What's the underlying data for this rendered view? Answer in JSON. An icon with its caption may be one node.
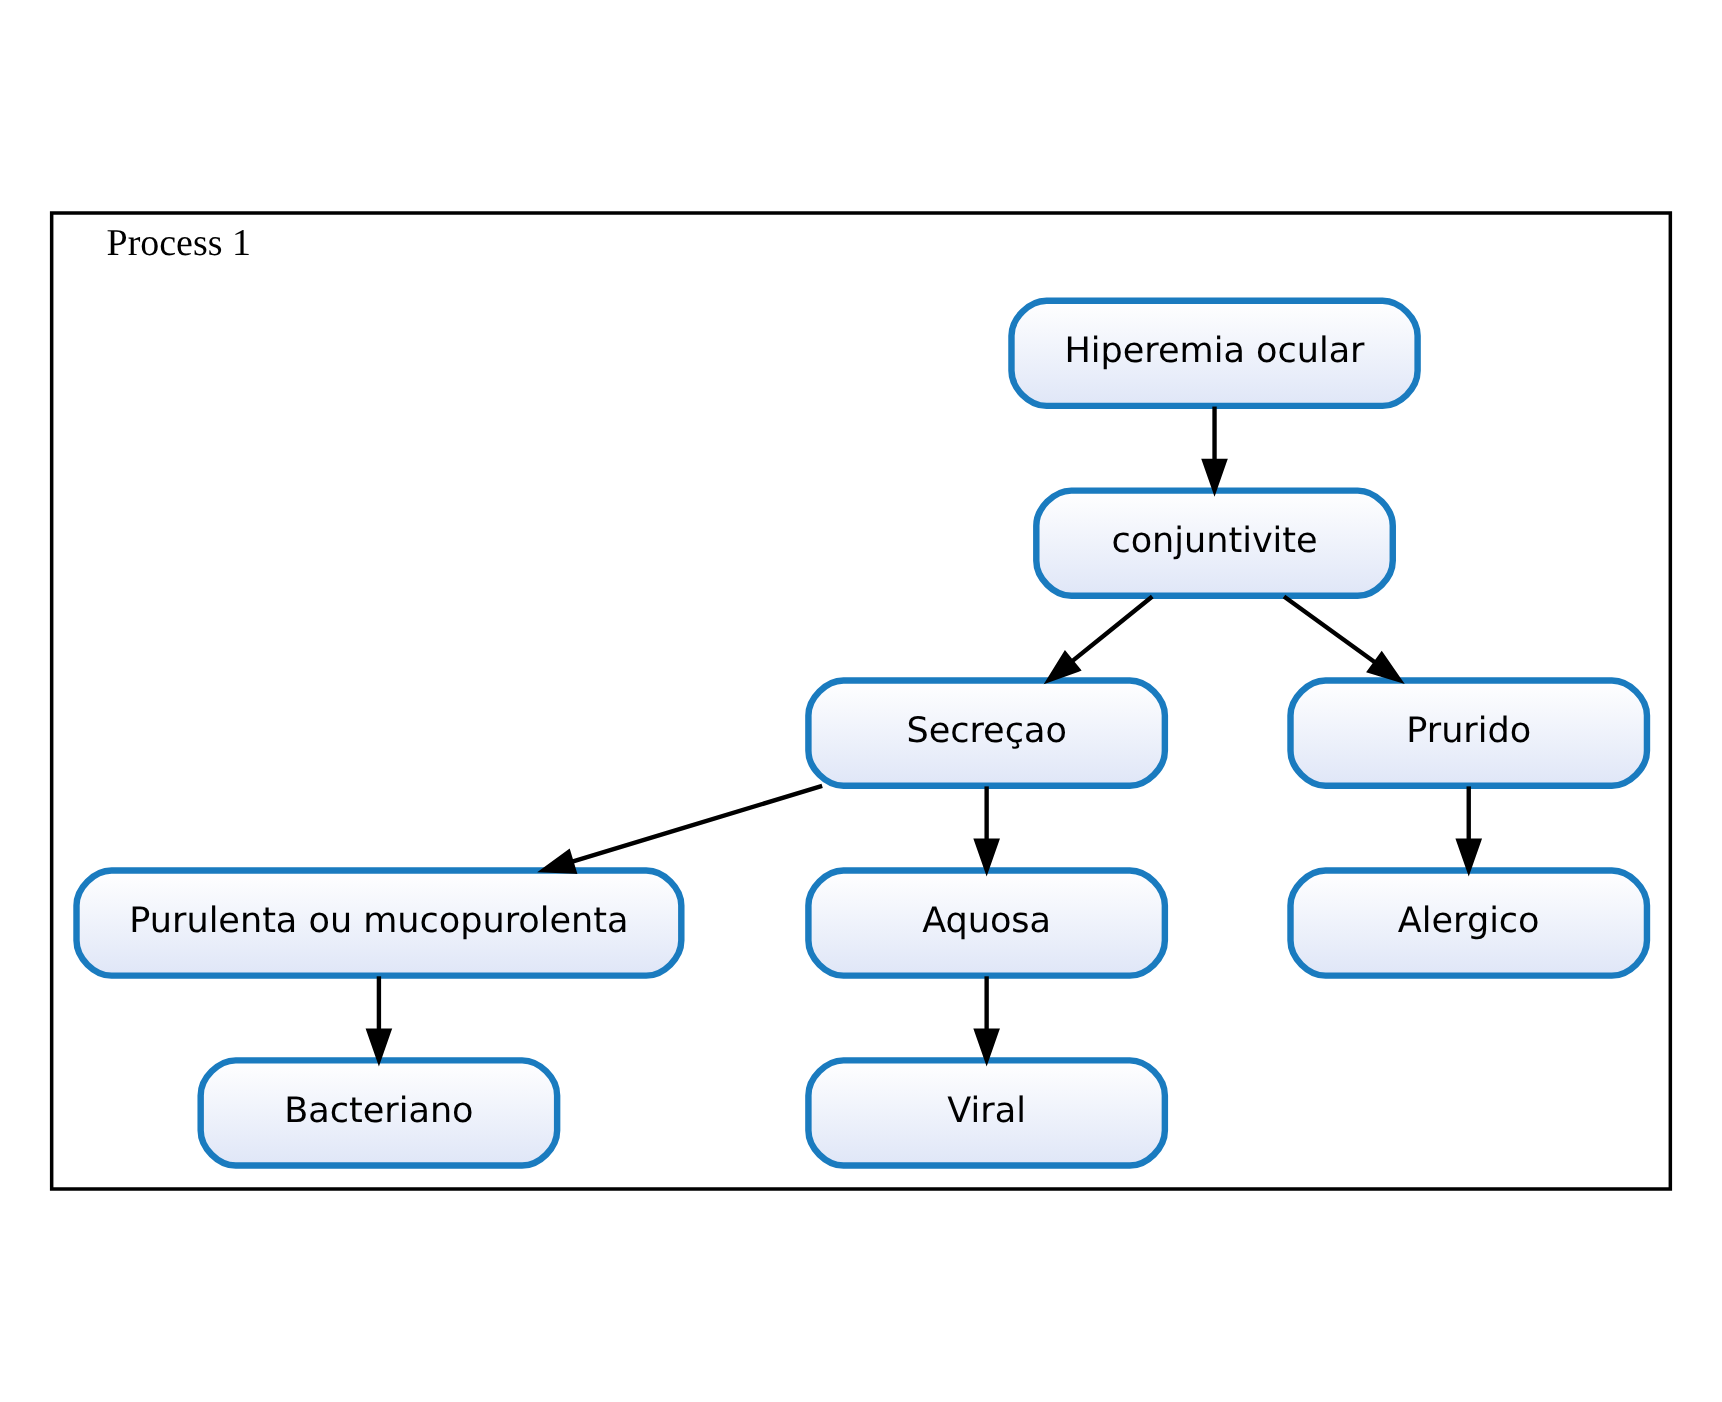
{
  "diagram": {
    "nodes": [
      {
        "text": [
          "Process 1"
        ]
      },
      {
        "text": [
          "Hiperemia ocular"
        ],
        "in": 0
      },
      {
        "text": [
          "conjuntivite"
        ],
        "in": 0
      },
      {
        "text": [
          "Secreçao"
        ],
        "in": 0
      },
      {
        "text": [
          "Prurido"
        ],
        "in": 0
      },
      {
        "text": [
          "Purulenta ou mucopurolenta"
        ],
        "in": 0
      },
      {
        "text": [
          "Aquosa"
        ],
        "in": 0
      },
      {
        "text": [
          "Alergico"
        ],
        "in": 0
      },
      {
        "text": [
          "Bacteriano"
        ],
        "in": 0
      },
      {
        "text": [
          "Viral"
        ],
        "in": 0
      }
    ],
    "edges": [
      {
        "from": 1,
        "to": 2,
        "arrow": "to"
      },
      {
        "from": 2,
        "to": 3,
        "arrow": "to"
      },
      {
        "from": 2,
        "to": 4,
        "arrow": "to"
      },
      {
        "from": 3,
        "to": 5,
        "arrow": "to"
      },
      {
        "from": 3,
        "to": 6,
        "arrow": "to"
      },
      {
        "from": 4,
        "to": 7,
        "arrow": "to"
      },
      {
        "from": 5,
        "to": 8,
        "arrow": "to"
      },
      {
        "from": 6,
        "to": 9,
        "arrow": "to"
      }
    ]
  }
}
